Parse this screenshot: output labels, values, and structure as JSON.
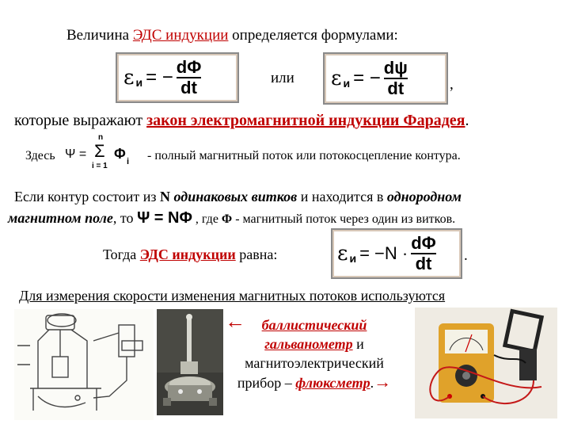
{
  "line1": {
    "prefix": "Величина ",
    "emf": "ЭДС индукции",
    "suffix": " определяется формулами:"
  },
  "formula1": {
    "eps": "ε",
    "sub": "и",
    "eq": "= −",
    "num": "dΦ",
    "den": "dt"
  },
  "or_text": "или",
  "formula2": {
    "eps": "ε",
    "sub": "и",
    "eq": "= −",
    "num": "dψ",
    "den": "dt"
  },
  "comma": ",",
  "line2": {
    "prefix": "которые выражают ",
    "law": "закон электромагнитной индукции Фарадея",
    "suffix": "."
  },
  "here_formula": {
    "label": "Здесь",
    "psi": "Ψ =",
    "upper": "n",
    "sigma": "Σ",
    "lower": "i = 1",
    "phi": "Φ",
    "phi_sub": "i",
    "description": "- полный магнитный поток или потокосцепление контура."
  },
  "para": {
    "p1": "Если контур состоит из ",
    "n": "N",
    "p2": " ",
    "identical": "одинаковых витков",
    "p3": " и находится в ",
    "uniform": "однородном",
    "line2_a": "магнитном поле",
    "line2_b": ", то ",
    "psi_eq": "Ψ = NΦ",
    "line2_c": " , где ",
    "phi": "Φ",
    "line2_d": " - магнитный поток через один из витков."
  },
  "then": {
    "prefix": "Тогда ",
    "emf": "ЭДС индукции",
    "suffix": " равна:"
  },
  "formula3": {
    "eps": "ε",
    "sub": "и",
    "eq": "= −N ·",
    "num": "dΦ",
    "den": "dt"
  },
  "period": ".",
  "measure_heading": "Для измерения скорости изменения магнитных потоков используются",
  "devices": {
    "left_arrow": "←",
    "ballistic": "баллистический",
    "galvanometer": "гальванометр",
    "and": " и",
    "magnetoelectric": "магнитоэлектрический",
    "device_prefix": "прибор – ",
    "fluxmeter": "флюксметр",
    "device_dot": ".",
    "right_arrow": "→"
  },
  "colors": {
    "red": "#c00000",
    "formula_border": "#8a8a8a"
  }
}
